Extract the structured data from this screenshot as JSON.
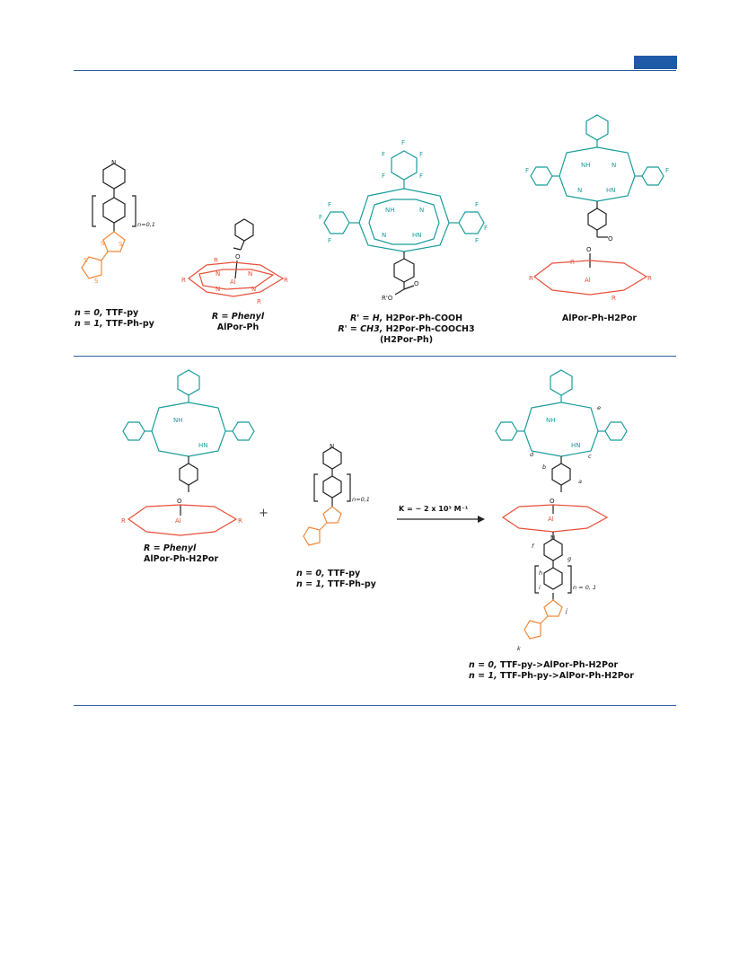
{
  "panel1": {
    "ttf_py": {
      "repeat_label": "n=0,1",
      "caption_line1_italic": "n = 0,",
      "caption_line1": " TTF-py",
      "caption_line2_italic": "n = 1,",
      "caption_line2": " TTF-Ph-py"
    },
    "alpor_ph": {
      "caption_line1": "R = Phenyl",
      "caption_line2": "AlPor-Ph"
    },
    "h2por_ph": {
      "caption_line1_italic": "R' = H,",
      "caption_line1": " H2Por-Ph-COOH",
      "caption_line2_italic": "R' = CH3,",
      "caption_line2": " H2Por-Ph-COOCH3",
      "caption_line3": "(H2Por-Ph)"
    },
    "alpor_ph_h2por": {
      "caption": "AlPor-Ph-H2Por"
    }
  },
  "panel2": {
    "left": {
      "caption_line1": "R = Phenyl",
      "caption_line2": "AlPor-Ph-H2Por"
    },
    "plus": "+",
    "middle": {
      "repeat_label": "n=0,1",
      "caption_line1_italic": "n = 0,",
      "caption_line1": " TTF-py",
      "caption_line2_italic": "n = 1,",
      "caption_line2": " TTF-Ph-py"
    },
    "arrow_label": "K = ~ 2 x 10³ M⁻¹",
    "right": {
      "repeat_label": "n = 0, 1",
      "proton_labels": [
        "a",
        "b",
        "c",
        "d",
        "e",
        "f",
        "g",
        "h",
        "i",
        "j",
        "k"
      ],
      "caption_line1_italic": "n = 0,",
      "caption_line1": " TTF-py->AlPor-Ph-H2Por",
      "caption_line2_italic": "n = 1,",
      "caption_line2": " TTF-Ph-py->AlPor-Ph-H2Por"
    }
  },
  "colors": {
    "rule": "#2f5ea0",
    "tab": "#1f5aa6",
    "free_base_porphyrin": "#1a9c9c",
    "aluminium_porphyrin": "#e8503a",
    "ttf": "#f08a3c"
  }
}
